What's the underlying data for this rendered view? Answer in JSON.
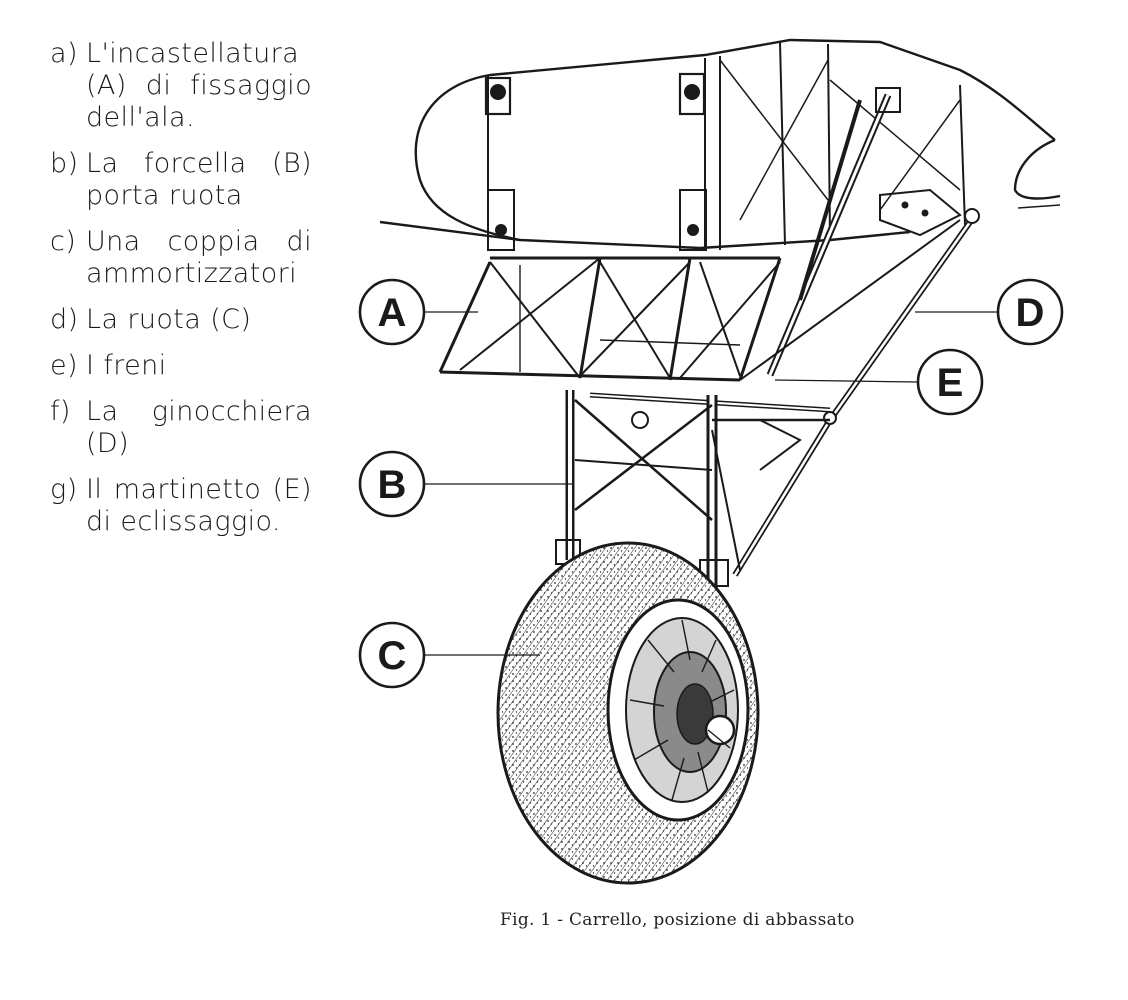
{
  "legend": [
    {
      "key": "a)",
      "text": "L'incastellatura (A) di fissaggio dell'ala."
    },
    {
      "key": "b)",
      "text": "La forcella (B) porta ruota"
    },
    {
      "key": "c)",
      "text": "Una coppia di ammortizzatori"
    },
    {
      "key": "d)",
      "text": "La ruota (C)"
    },
    {
      "key": "e)",
      "text": "I freni"
    },
    {
      "key": "f)",
      "text": "La ginocchiera (D)"
    },
    {
      "key": "g)",
      "text": "Il martinetto (E) di eclissaggio."
    }
  ],
  "callouts": {
    "a": "A",
    "b": "B",
    "c": "C",
    "d": "D",
    "e": "E"
  },
  "caption": "Fig. 1 - Carrello, posizione di abbassato",
  "colors": {
    "ink": "#1a1a1a",
    "paper": "#ffffff"
  }
}
